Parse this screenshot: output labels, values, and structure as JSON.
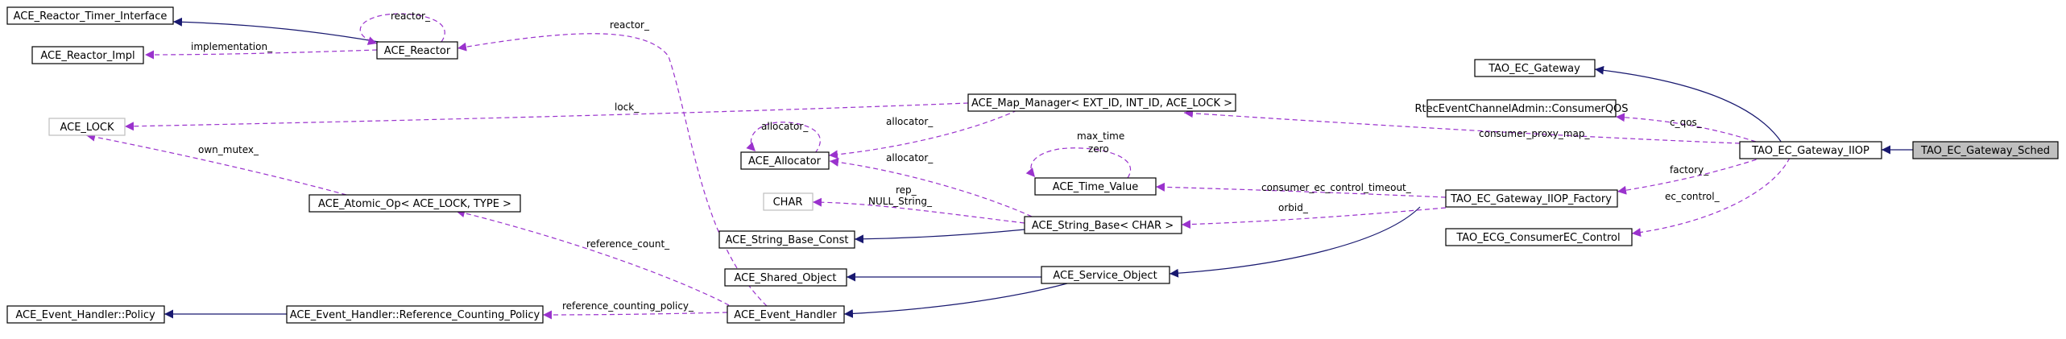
{
  "nodes": {
    "timer_interface": "ACE_Reactor_Timer_Interface",
    "reactor_impl": "ACE_Reactor_Impl",
    "reactor": "ACE_Reactor",
    "lock": "ACE_LOCK",
    "atomic_op": "ACE_Atomic_Op< ACE_LOCK, TYPE >",
    "policy": "ACE_Event_Handler::Policy",
    "ref_counting_policy": "ACE_Event_Handler::Reference_Counting_Policy",
    "map_manager": "ACE_Map_Manager< EXT_ID, INT_ID, ACE_LOCK >",
    "allocator": "ACE_Allocator",
    "char": "CHAR",
    "string_base_const": "ACE_String_Base_Const",
    "shared_object": "ACE_Shared_Object",
    "event_handler": "ACE_Event_Handler",
    "time_value": "ACE_Time_Value",
    "string_base": "ACE_String_Base< CHAR >",
    "service_object": "ACE_Service_Object",
    "gateway": "TAO_EC_Gateway",
    "consumer_qos": "RtecEventChannelAdmin::ConsumerQOS",
    "gateway_iiop": "TAO_EC_Gateway_IIOP",
    "gateway_iiop_factory": "TAO_EC_Gateway_IIOP_Factory",
    "consumer_ec_control": "TAO_ECG_ConsumerEC_Control",
    "gateway_sched": "TAO_EC_Gateway_Sched"
  },
  "labels": {
    "reactor_self": "reactor_",
    "reactor_eh": "reactor_",
    "implementation": "implementation_",
    "lock": "lock_",
    "own_mutex": "own_mutex_",
    "allocator_self": "allocator_",
    "allocator_map": "allocator_",
    "allocator_string": "allocator_",
    "max_time": "max_time",
    "zero": "zero",
    "rep": "rep_",
    "null_string": "NULL_String_",
    "reference_count": "reference_count_",
    "reference_counting_policy": "reference_counting_policy_",
    "consumer_proxy_map": "consumer_proxy_map_",
    "c_qos": "c_qos_",
    "factory": "factory_",
    "consumer_ec_control_timeout": "consumer_ec_control_timeout_",
    "orbid": "orbid_",
    "ec_control": "ec_control_"
  },
  "colors": {
    "inheritance": "#191970",
    "usage": "#9a32cd",
    "highlight_fill": "#bfbfbf",
    "grey_border": "#bfbfbf"
  }
}
